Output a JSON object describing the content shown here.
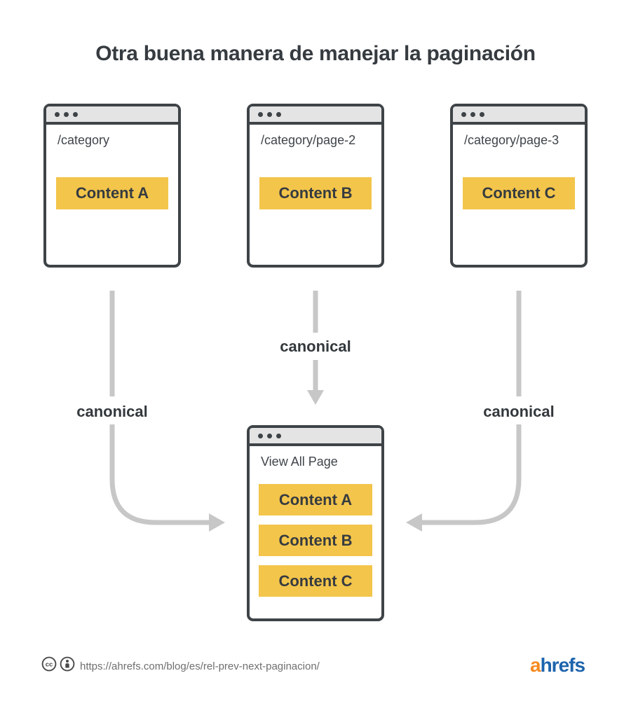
{
  "title": "Otra buena manera de manejar la paginación",
  "windows": [
    {
      "url": "/category",
      "contents": [
        "Content A"
      ]
    },
    {
      "url": "/category/page-2",
      "contents": [
        "Content B"
      ]
    },
    {
      "url": "/category/page-3",
      "contents": [
        "Content C"
      ]
    }
  ],
  "view_all_window": {
    "title": "View All Page",
    "contents": [
      "Content A",
      "Content B",
      "Content C"
    ]
  },
  "arrows": {
    "left_label": "canonical",
    "center_label": "canonical",
    "right_label": "canonical"
  },
  "footer": {
    "source_url": "https://ahrefs.com/blog/es/rel-prev-next-paginacion/",
    "icons": [
      "cc-icon",
      "attribution-icon"
    ],
    "logo_prefix": "a",
    "logo_suffix": "hrefs"
  },
  "colors": {
    "accent_yellow": "#F3C54B",
    "window_border": "#3E4347",
    "window_bar": "#E4E4E4",
    "arrow_gray": "#C7C7C7",
    "text_dark": "#363B40",
    "footer_text": "#6F6F6F",
    "logo_orange": "#F68A20",
    "logo_blue": "#1D64AD"
  }
}
